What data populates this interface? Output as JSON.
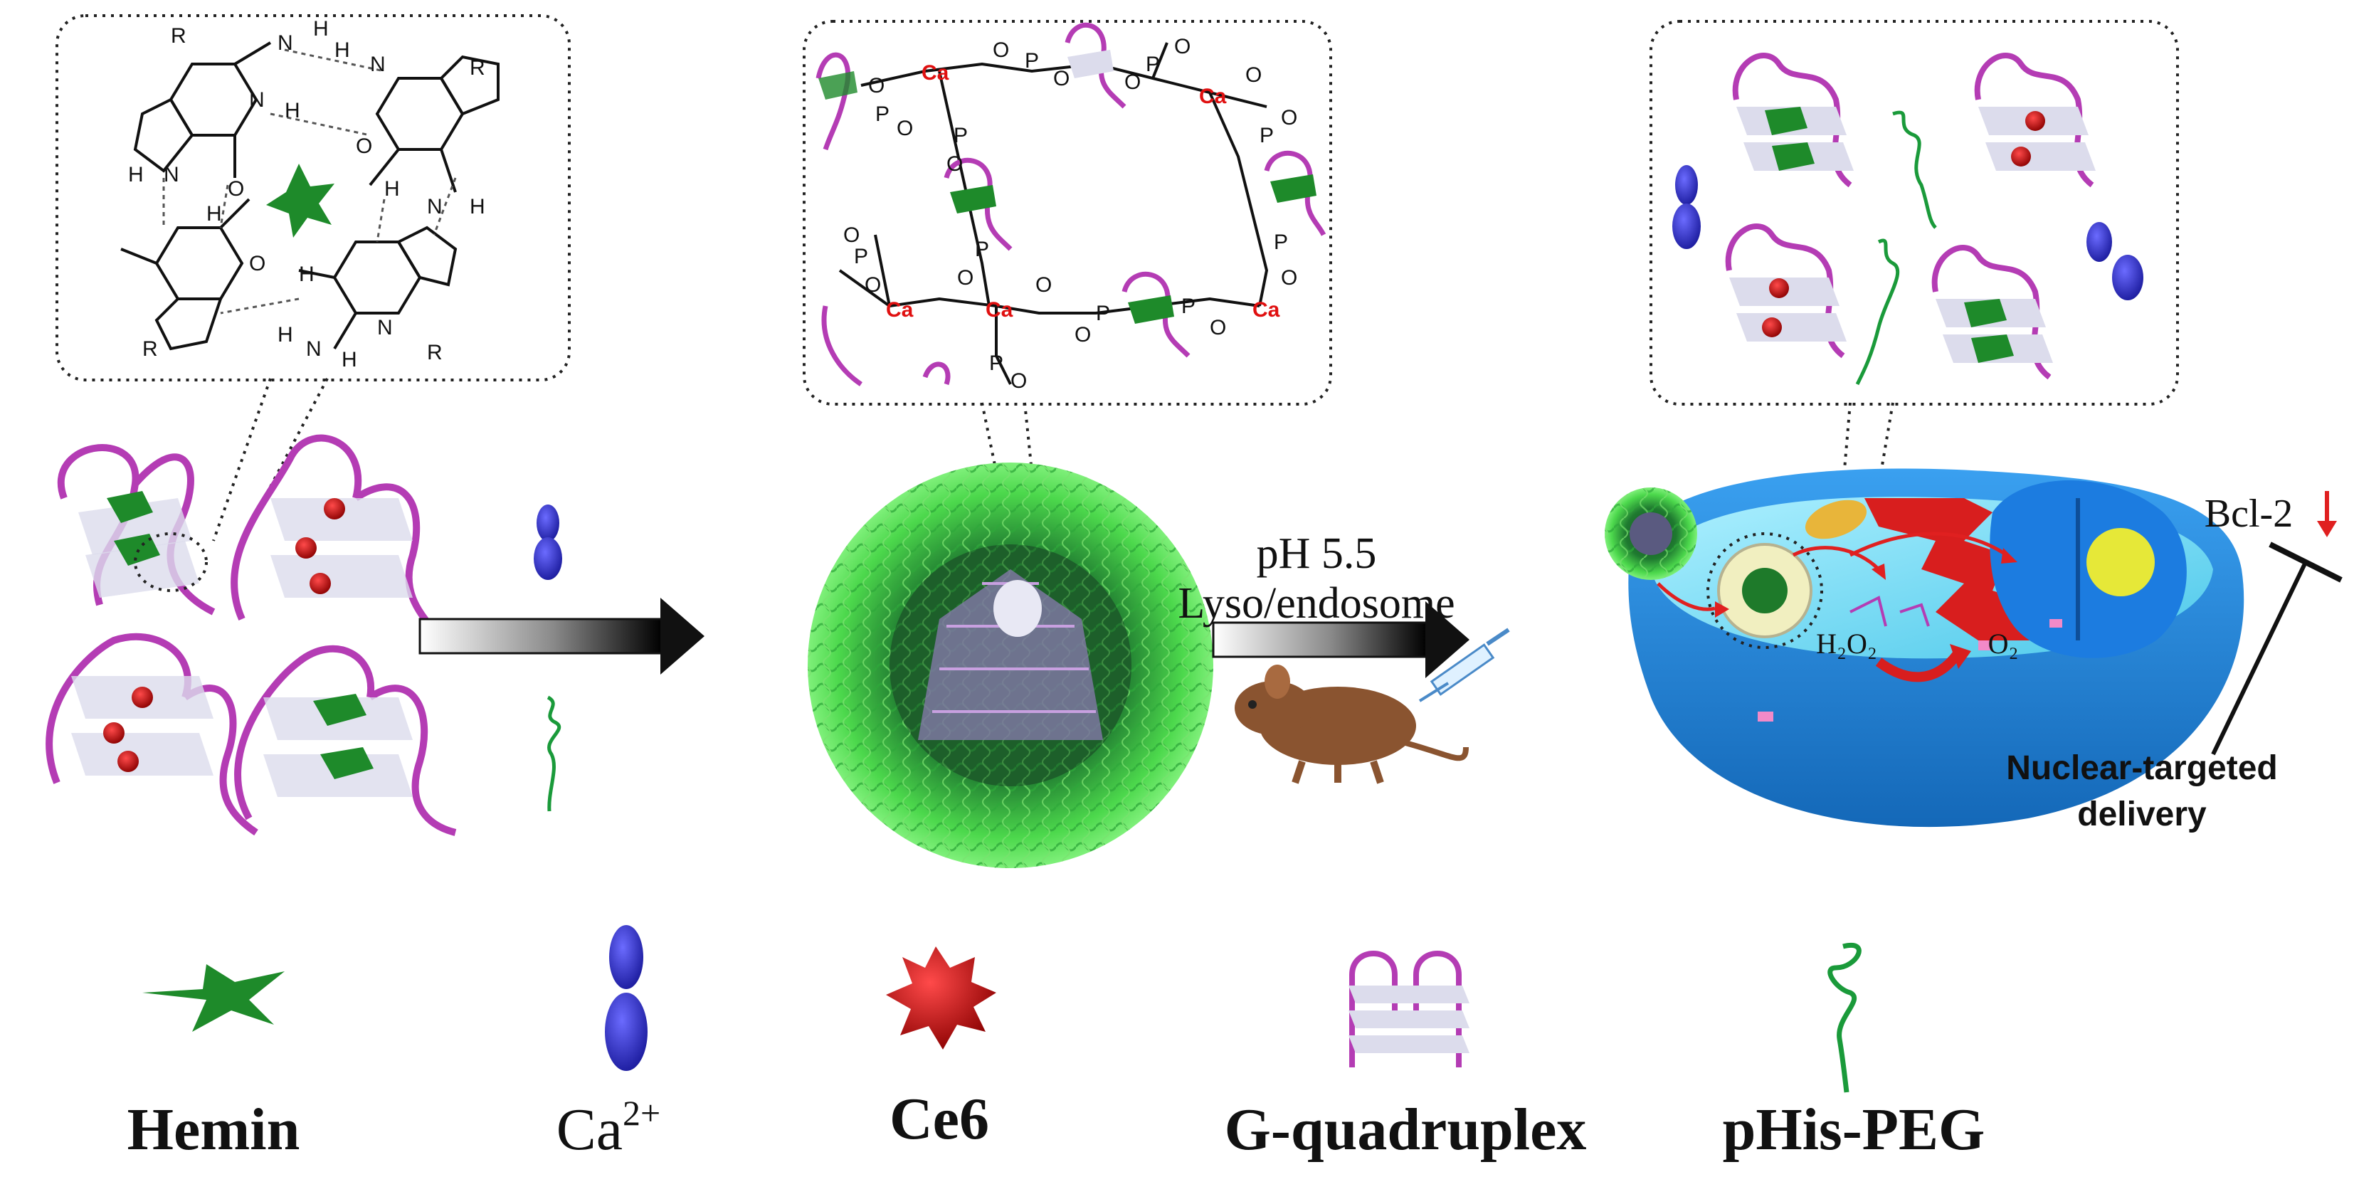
{
  "panel1": {
    "atoms": {
      "r": "R",
      "h": "H",
      "n": "N",
      "o": "O"
    }
  },
  "panel2": {
    "atoms": {
      "ca": "Ca",
      "p": "P",
      "o": "O"
    }
  },
  "process": {
    "condition_line1": "pH 5.5",
    "condition_line2": "Lyso/endosome"
  },
  "cell": {
    "h2o2": "H₂O₂",
    "o2": "O₂",
    "bcl2": "Bcl-2",
    "delivery_line1": "Nuclear-targeted",
    "delivery_line2": "delivery"
  },
  "legend": {
    "hemin": "Hemin",
    "ca": "Ca",
    "ca_charge": "2+",
    "ce6": "Ce6",
    "gquad": "G-quadruplex",
    "phis": "pHis-PEG"
  },
  "colors": {
    "hemin_green": "#1e8a2a",
    "ca_blue": "#2b2bc8",
    "ce6_red": "#b01010",
    "dna_purple": "#b43cb4",
    "peg_green": "#1a9a3a",
    "cell_blue": "#1e7fd6",
    "er_red": "#d81e1e",
    "arrow_red": "#e02020"
  }
}
